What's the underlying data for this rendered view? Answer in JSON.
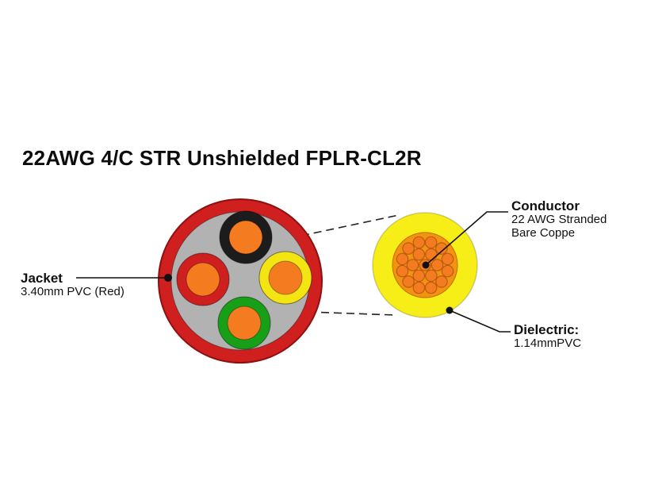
{
  "title": "22AWG 4/C STR Unshielded FPLR-CL2R",
  "labels": {
    "jacket": {
      "name": "Jacket",
      "detail": "3.40mm PVC (Red)"
    },
    "conductor": {
      "name": "Conductor",
      "detail1": "22 AWG Stranded",
      "detail2": "Bare Coppe"
    },
    "dielectric": {
      "name": "Dielectric:",
      "detail": "1.14mmPVC"
    }
  },
  "cable": {
    "conductor_count": 4,
    "insulation_colors": [
      "black",
      "red",
      "yellow",
      "green"
    ]
  },
  "colors": {
    "jacket_red": "#d01f1f",
    "jacket_edge": "#8f1010",
    "interior_gray": "#b2b2b2",
    "insulation_black": "#1c1c1c",
    "insulation_red": "#d01f1f",
    "insulation_yellow": "#f3e511",
    "insulation_green": "#17a017",
    "conductor_orange": "#f57b20",
    "dielectric_yellow": "#f6ee16",
    "strand_area_orange": "#f29311",
    "strand_orange": "#f47b20",
    "strand_edge": "#b85c10",
    "line_black": "#111111"
  }
}
